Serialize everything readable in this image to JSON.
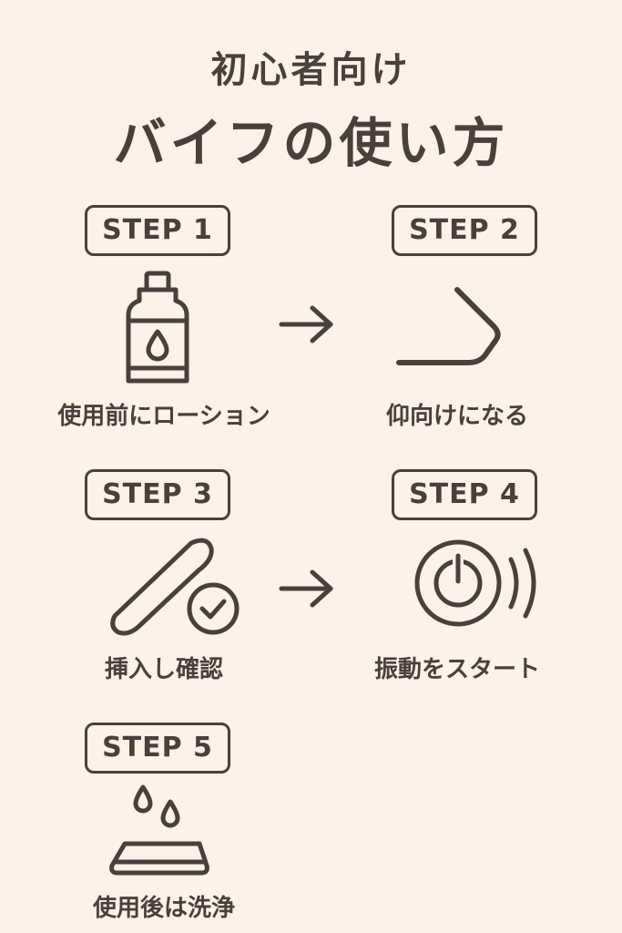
{
  "title": {
    "line1": "初心者向け",
    "line2": "バイフの使い方"
  },
  "steps": [
    {
      "badge": "STEP 1",
      "caption": "使用前にローション",
      "icon": "lotion-bottle-icon"
    },
    {
      "badge": "STEP 2",
      "caption": "仰向けになる",
      "icon": "lying-down-icon"
    },
    {
      "badge": "STEP 3",
      "caption": "挿入し確認",
      "icon": "device-check-icon"
    },
    {
      "badge": "STEP 4",
      "caption": "振動をスタート",
      "icon": "power-vibration-icon"
    },
    {
      "badge": "STEP 5",
      "caption": "使用後は洗浄",
      "icon": "wash-drops-icon"
    }
  ],
  "colors": {
    "background": "#fdf1e8",
    "ink": "#4a403b"
  }
}
